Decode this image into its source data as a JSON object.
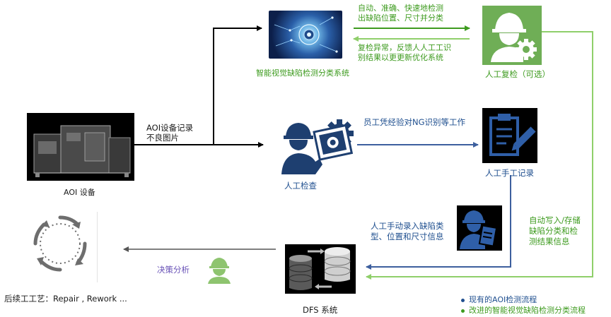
{
  "nodes": {
    "aoi_equipment": {
      "label": "AOI 设备"
    },
    "vision_system": {
      "label": "智能视觉缺陷检测分类系统"
    },
    "manual_review": {
      "label": "人工复检（可选）"
    },
    "manual_inspection": {
      "label": "人工检查"
    },
    "manual_record": {
      "label": "人工手工记录"
    },
    "dfs_system": {
      "label": "DFS 系统"
    },
    "downstream": {
      "label": "后续工工艺：Repair , Rework ..."
    }
  },
  "edges": {
    "aoi_records": {
      "label_line1": "AOI设备记录",
      "label_line2": "不良图片"
    },
    "vision_to_review": {
      "label_line1": "自动、准确、快速地检测",
      "label_line2": "出缺陷位置、尺寸并分类"
    },
    "review_feedback": {
      "label_line1": "复检异常，反馈人人工工识",
      "label_line2": "别结果以更更新优化系统"
    },
    "inspection_to_record": {
      "label": "员工凭经验对NG识别等工作"
    },
    "manual_entry": {
      "label_line1": "人工手动录入缺陷类",
      "label_line2": "型、位置和尺寸信息"
    },
    "auto_write": {
      "label_line1": "自动写入/存储",
      "label_line2": "缺陷分类和检",
      "label_line3": "测结果信息"
    },
    "decision": {
      "label": "决策分析"
    }
  },
  "legend": {
    "existing": {
      "label": "现有的AOI检测流程",
      "color": "#1f4f8f"
    },
    "improved": {
      "label": "改进的智能视觉缺陷检测分类流程",
      "color": "#3e9b1f"
    }
  },
  "colors": {
    "flow_black": "#000000",
    "flow_green": "#8fcf6a",
    "flow_green_dark": "#3e9b1f",
    "flow_blue": "#3d5f9e",
    "flow_gray": "#666666",
    "icon_navy": "#1e3f70",
    "icon_green": "#6fae56"
  }
}
